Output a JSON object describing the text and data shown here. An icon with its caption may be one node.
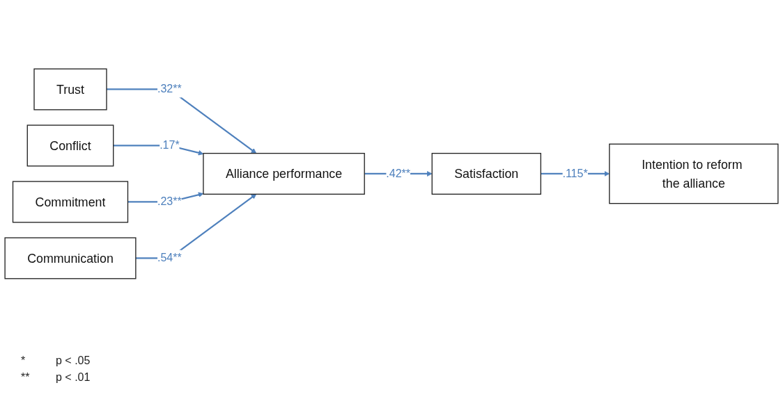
{
  "diagram": {
    "nodes": [
      {
        "text": [
          "Trust"
        ]
      },
      {
        "text": [
          "Conflict"
        ]
      },
      {
        "text": [
          "Commitment"
        ]
      },
      {
        "text": [
          "Communication"
        ]
      },
      {
        "text": [
          "Alliance performance"
        ]
      },
      {
        "text": [
          "Satisfaction"
        ]
      },
      {
        "text": [
          "Intention to reform the alliance"
        ]
      }
    ],
    "edges": [
      {
        "from": 0,
        "to": 4,
        "arrow": "to",
        "label": ".32**"
      },
      {
        "from": 1,
        "to": 4,
        "arrow": "to",
        "label": ".17*"
      },
      {
        "from": 2,
        "to": 4,
        "arrow": "to",
        "label": ".23**"
      },
      {
        "from": 3,
        "to": 4,
        "arrow": "to",
        "label": ".54**"
      },
      {
        "from": 4,
        "to": 5,
        "arrow": "to",
        "label": ".42**"
      },
      {
        "from": 5,
        "to": 6,
        "arrow": "to",
        "label": ".115*"
      }
    ],
    "labels": [
      "*",
      "p < .05",
      "**",
      "p < .01"
    ]
  }
}
